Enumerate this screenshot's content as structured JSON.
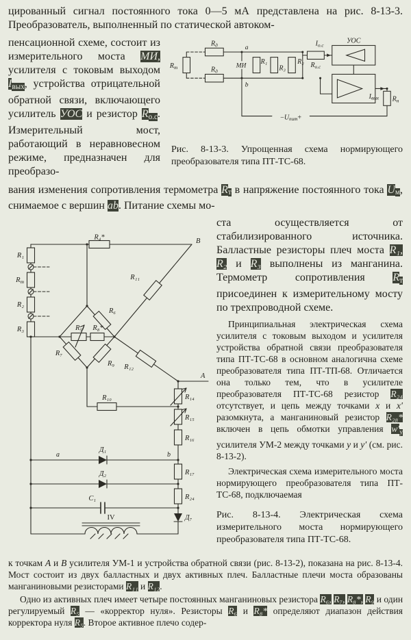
{
  "page": {
    "bg": "#e9ebe1",
    "ink": "#22211c",
    "highlight_bg": "#3e4237",
    "highlight_fg": "#e9ebe1"
  },
  "p_top": [
    {
      "t": "цированный сигнал постоянного тока 0—5 мА представлена на рис. 8-13-3. Преобразователь, выполненный по статической автоком-"
    }
  ],
  "col_left": [
    {
      "t": "пенсационной схеме, состоит из измерительного моста "
    },
    {
      "t": "МИ,",
      "i": 1,
      "h": 1
    },
    {
      "t": " усилителя с токовым выходом "
    },
    {
      "t": "I",
      "i": 1,
      "h": 1
    },
    {
      "t": "вых",
      "s": 1,
      "h": 1
    },
    {
      "t": ", устройства отрицательной обратной связи, включающего усилитель "
    },
    {
      "t": "УОС",
      "i": 1,
      "h": 1
    },
    {
      "t": " и резистор "
    },
    {
      "t": "R",
      "i": 1,
      "h": 1
    },
    {
      "t": "о.с",
      "s": 1,
      "h": 1
    },
    {
      "t": ". Измерительный мост, работающий в неравновесном режиме, предназначен для преобразо-"
    }
  ],
  "p_mid": [
    {
      "t": "вания изменения сопротивления термометра "
    },
    {
      "t": "R",
      "i": 1,
      "h": 1
    },
    {
      "t": "т",
      "s": 1,
      "h": 1
    },
    {
      "t": " в напряжение постоянного тока "
    },
    {
      "t": "U",
      "i": 1,
      "h": 1
    },
    {
      "t": "м",
      "s": 1,
      "h": 1
    },
    {
      "t": ", снимаемое с вершин "
    },
    {
      "t": "ab",
      "i": 1,
      "h": 1
    },
    {
      "t": ". Питание схемы мо-"
    }
  ],
  "col_right": {
    "p1": [
      {
        "t": "ста осуществляется от стабилизированного источника. Балластные резисторы плеч моста "
      },
      {
        "t": "R₁,",
        "i": 1,
        "h": 1
      },
      {
        "t": " "
      },
      {
        "t": "R₂",
        "i": 1,
        "h": 1
      },
      {
        "t": " и "
      },
      {
        "t": "R₃",
        "i": 1,
        "h": 1
      },
      {
        "t": " выполнены из манганина. Термометр сопротивления "
      },
      {
        "t": "R",
        "i": 1,
        "h": 1
      },
      {
        "t": "т",
        "s": 1,
        "h": 1
      },
      {
        "t": " присоединен к измерительному мосту по трехпроводной схеме."
      }
    ],
    "p2": [
      {
        "t": "Принципиальная электрическая схема усилителя с токовым выходом и усилителя устройства обратной связи преобразователя типа ПТ-ТС-68 в основном аналогична схеме преобразователя типа ПТ-ТП-68. Отличается она только тем, что в усилителе преобразователя ПТ-ТС-68 резистор "
      },
      {
        "t": "R₂₄",
        "i": 1,
        "h": 1
      },
      {
        "t": " отсутствует, и цепь между точками "
      },
      {
        "t": "x",
        "i": 1
      },
      {
        "t": " и "
      },
      {
        "t": "x′",
        "i": 1
      },
      {
        "t": " разомкнута, а манганиновый резистор "
      },
      {
        "t": "R₂₈*",
        "i": 1,
        "h": 1
      },
      {
        "t": " включен в цепь обмотки управления "
      },
      {
        "t": "w′",
        "i": 1,
        "h": 1
      },
      {
        "t": "у",
        "s": 1,
        "h": 1
      },
      {
        "t": " усилителя УМ-2 между точками "
      },
      {
        "t": "y",
        "i": 1
      },
      {
        "t": " и "
      },
      {
        "t": "y′",
        "i": 1
      },
      {
        "t": " (см. рис. 8-13-2)."
      }
    ],
    "p3": [
      {
        "t": "Электрическая схема измерительного моста нормирующего преобразователя типа ПТ-ТС-68, подключаемая"
      }
    ]
  },
  "bottom": {
    "p1": [
      {
        "t": "к точкам "
      },
      {
        "t": "A",
        "i": 1
      },
      {
        "t": " и "
      },
      {
        "t": "B",
        "i": 1
      },
      {
        "t": " усилителя УМ-1 и устройства обратной связи (рис. 8-13-2), показана на рис. 8-13-4. Мост состоит из двух балластных и двух активных плеч. Балластные плечи моста образованы манганиновыми резисторами "
      },
      {
        "t": "R₁₁",
        "i": 1,
        "h": 1
      },
      {
        "t": " и "
      },
      {
        "t": "R₁₂",
        "i": 1,
        "h": 1
      },
      {
        "t": "."
      }
    ],
    "p2": [
      {
        "t": "Одно из активных плеч имеет четыре постоянных манганиновых резистора "
      },
      {
        "t": "R₆,",
        "i": 1,
        "h": 1
      },
      {
        "t": " "
      },
      {
        "t": "R₇,",
        "i": 1,
        "h": 1
      },
      {
        "t": " "
      },
      {
        "t": "R₈*,",
        "i": 1,
        "h": 1
      },
      {
        "t": " "
      },
      {
        "t": "R₉",
        "i": 1,
        "h": 1
      },
      {
        "t": " и один регулируемый "
      },
      {
        "t": "R₅",
        "i": 1,
        "h": 1
      },
      {
        "t": " — «корректор нуля». Резисторы "
      },
      {
        "t": "R₆",
        "i": 1,
        "h": 1
      },
      {
        "t": " и "
      },
      {
        "t": "R₈*",
        "i": 1,
        "h": 1
      },
      {
        "t": " определяют диапазон действия корректора нуля "
      },
      {
        "t": "R₅",
        "i": 1,
        "h": 1
      },
      {
        "t": ". Второе активное плечо содер-"
      }
    ]
  },
  "fig3": {
    "caption": "Рис. 8-13-3. Упрощенная схема нормирующего преобразователя типа ПТ-ТС-68.",
    "labels": {
      "rt_m": "R",
      "rt_s": "т",
      "rd1_m": "R",
      "rd1_s": "д",
      "rd2_m": "R",
      "rd2_s": "д",
      "mi": "МИ",
      "node_a": "a",
      "node_b": "b",
      "r1": "R₁",
      "r3": "R₃",
      "r2": "R₂",
      "roc_m": "R",
      "roc_s": "о.с",
      "ioc_m": "I",
      "ioc_s": "о.с",
      "uos": "УОС",
      "iout_m": "I",
      "iout_s": "вых",
      "rn_m": "R",
      "rn_s": "н",
      "upit_minus": "−",
      "upit_m": "U",
      "upit_s": "пит",
      "upit_plus": "+"
    }
  },
  "fig4": {
    "caption": "Рис. 8-13-4. Электрическая схема измерительного моста нормирующего преобразователя типа ПТ-ТС-68.",
    "labels": {
      "r1": "R₁",
      "rt_m": "R",
      "rt_s": "т",
      "r2": "R₂",
      "r3": "R₃",
      "r4": "R₄*",
      "b_node": "B",
      "a_node": "A",
      "r11": "R₁₁",
      "r12": "R₁₂",
      "r5": "R₅",
      "r6": "R₆",
      "r7": "R₇",
      "r8": "R₈*",
      "r9": "R₉",
      "r10": "R₁₀",
      "r14": "R₁₄",
      "r15": "R₁₅",
      "r16": "R₁₆",
      "r17": "R₁₇",
      "r24": "R₂₄",
      "pt_a": "a",
      "pt_b": "b",
      "d1": "Д₁",
      "d2": "Д₂",
      "d7": "Д₇",
      "c1": "C₁",
      "iv": "IV"
    }
  }
}
